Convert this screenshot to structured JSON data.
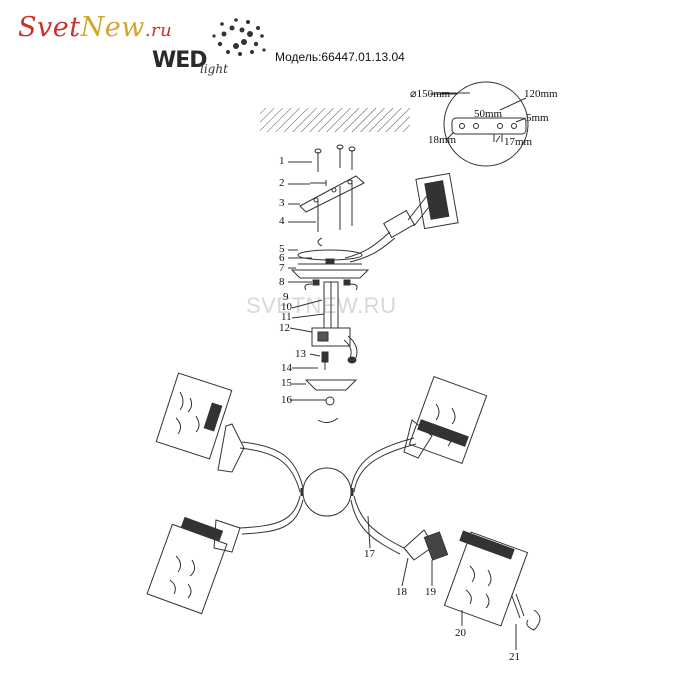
{
  "brand": {
    "svet": "Svet",
    "new": "New",
    "ru": ".ru",
    "wed": "WED",
    "light": "light"
  },
  "model_label": "Модель:66447.01.13.04",
  "watermark": "SVETNEW.RU",
  "dimensions": {
    "diameter": "⌀150mm",
    "width_120": "120mm",
    "width_50": "50mm",
    "depth_5": "5mm",
    "height_18": "18mm",
    "height_17": "17mm"
  },
  "part_numbers": [
    "1",
    "2",
    "3",
    "4",
    "5",
    "6",
    "7",
    "8",
    "9",
    "10",
    "11",
    "12",
    "13",
    "14",
    "15",
    "16",
    "17",
    "18",
    "19",
    "20",
    "21"
  ],
  "colors": {
    "line": "#333333",
    "brand_red": "#c8322a",
    "brand_gold": "#d4a52c"
  }
}
